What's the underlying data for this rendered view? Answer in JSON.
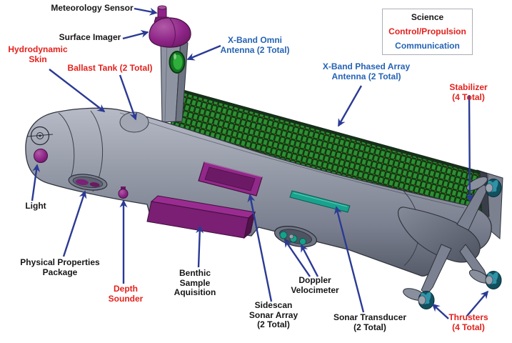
{
  "figure": {
    "description": "Labeled cutaway illustration of an autonomous underwater vehicle (AUV) concept",
    "colors": {
      "science_label": "#161616",
      "control_propulsion_label": "#e3211c",
      "communication_label": "#2563b5",
      "callout_arrow": "#2b3a94",
      "hull_grey": "#8d92a0",
      "component_purple": "#8e2487",
      "antenna_green": "#2fae3c",
      "sensor_teal": "#19a28e",
      "legend_border": "#a9aeb8",
      "background": "#ffffff"
    }
  },
  "legend": {
    "items": [
      {
        "label": "Science",
        "category": "science"
      },
      {
        "label": "Control/Propulsion",
        "category": "control"
      },
      {
        "label": "Communication",
        "category": "communication"
      }
    ]
  },
  "labels": {
    "meteorology_sensor": {
      "text": "Meteorology Sensor",
      "category": "science"
    },
    "surface_imager": {
      "text": "Surface Imager",
      "category": "science"
    },
    "hydrodynamic_skin": {
      "text": "Hydrodynamic\nSkin",
      "category": "control"
    },
    "ballast_tank": {
      "text": "Ballast Tank (2 Total)",
      "category": "control"
    },
    "x_band_omni": {
      "text": "X-Band Omni\nAntenna (2 Total)",
      "category": "communication"
    },
    "x_band_phased_array": {
      "text": "X-Band Phased Array\nAntenna (2 Total)",
      "category": "communication"
    },
    "stabilizer": {
      "text": "Stabilizer (4 Total)",
      "category": "control"
    },
    "light": {
      "text": "Light",
      "category": "science"
    },
    "physical_properties_package": {
      "text": "Physical Properties\nPackage",
      "category": "science"
    },
    "depth_sounder": {
      "text": "Depth\nSounder",
      "category": "control"
    },
    "benthic_sample_aquisition": {
      "text": "Benthic\nSample\nAquisition",
      "category": "science"
    },
    "sidescan_sonar_array": {
      "text": "Sidescan\nSonar Array\n(2 Total)",
      "category": "science"
    },
    "doppler_velocimeter": {
      "text": "Doppler\nVelocimeter",
      "category": "science"
    },
    "sonar_transducer": {
      "text": "Sonar Transducer\n(2 Total)",
      "category": "science"
    },
    "thrusters": {
      "text": "Thrusters\n(4 Total)",
      "category": "control"
    }
  }
}
